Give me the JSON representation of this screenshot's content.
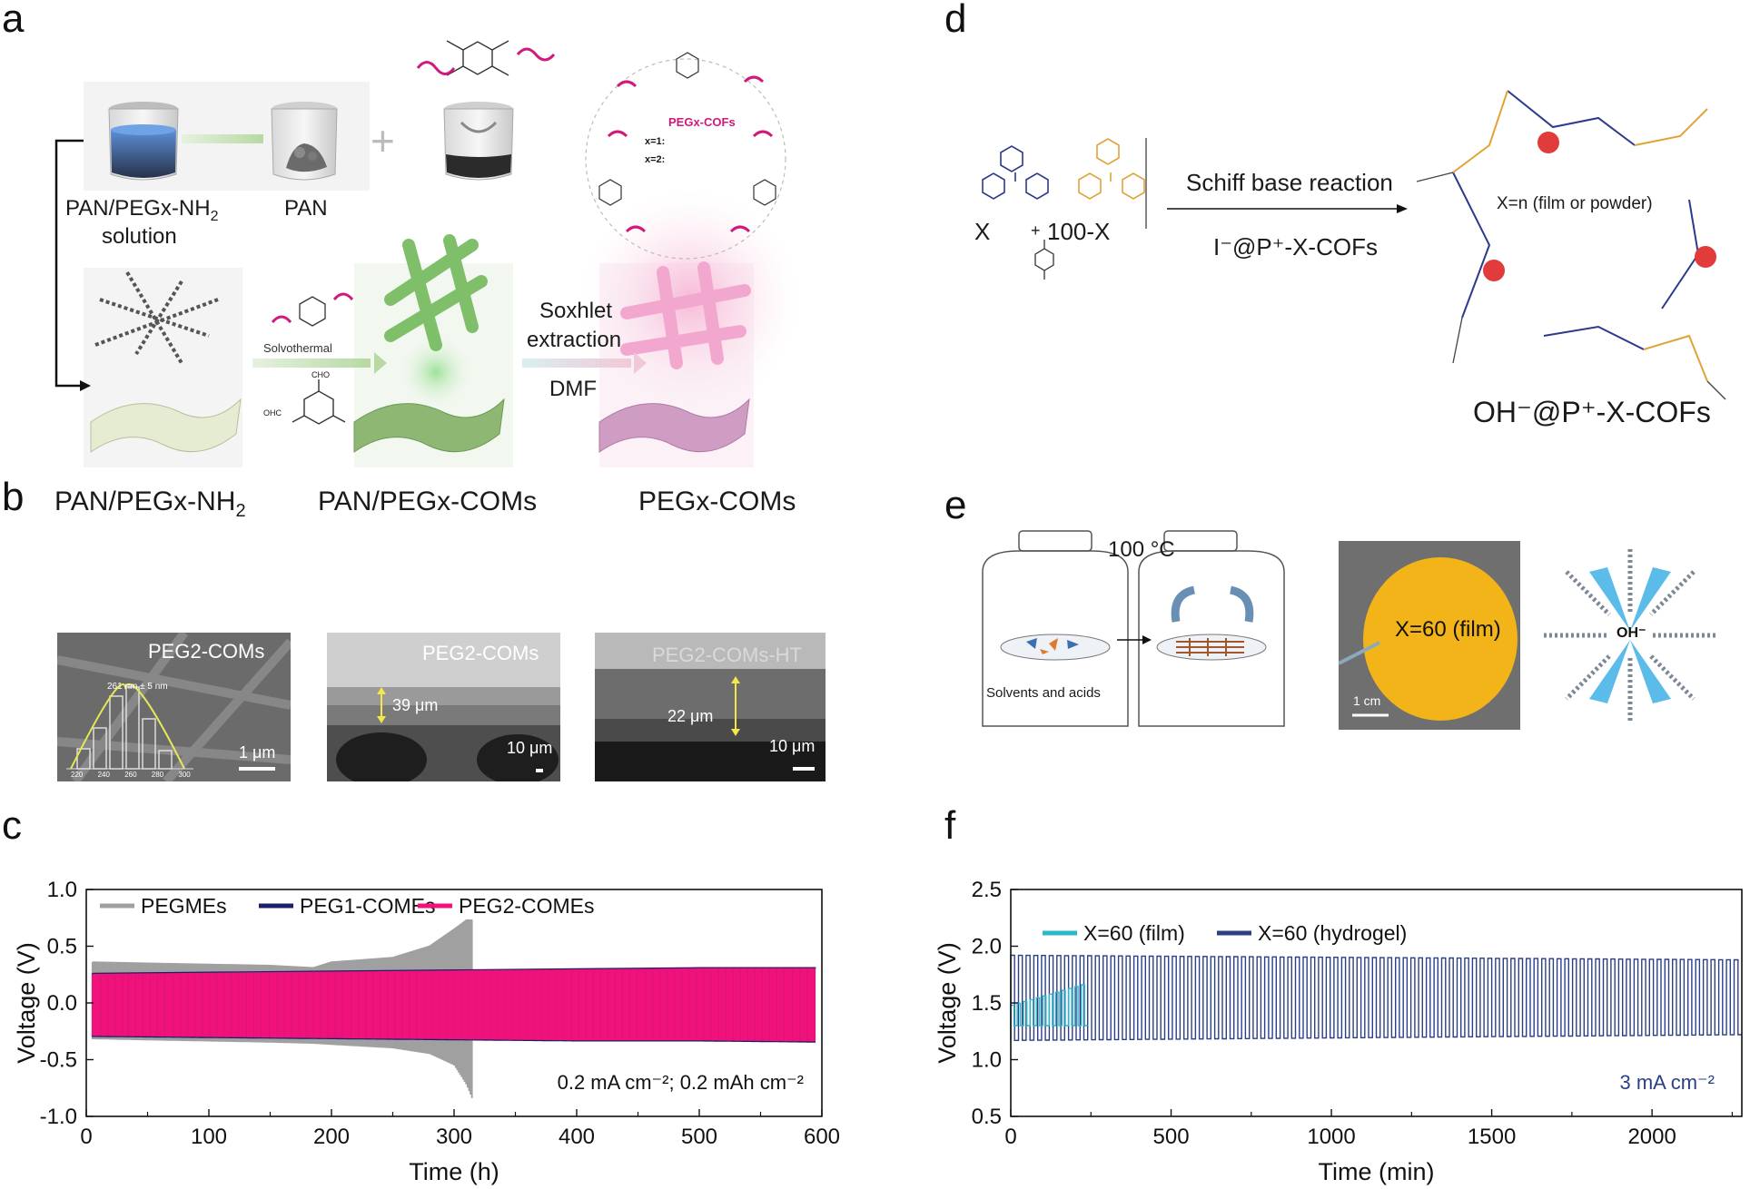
{
  "panels": {
    "a": "a",
    "b": "b",
    "c": "c",
    "d": "d",
    "e": "e",
    "f": "f"
  },
  "panel_a": {
    "label_solution_line1": "PAN/PEGx-NH",
    "label_solution_sub": "2",
    "label_solution_line2": "solution",
    "label_pan": "PAN",
    "label_plus": "+",
    "cof_name": "PEGx-COFs",
    "x1": "x=1:",
    "x2": "x=2:",
    "solvothermal": "Solvothermal",
    "soxhlet1": "Soxhlet",
    "soxhlet2": "extraction",
    "dmf": "DMF",
    "bottom_1_main": "PAN/PEGx-NH",
    "bottom_1_sub": "2",
    "bottom_2": "PAN/PEGx-COMs",
    "bottom_3": "PEGx-COMs",
    "cho": "CHO",
    "ohc": "OHC"
  },
  "panel_b": {
    "img1_label": "PEG2-COMs",
    "img1_fit": "261 nm ± 5 nm",
    "img1_scale": "1 μm",
    "img1_ticks": [
      "220",
      "240",
      "260",
      "280",
      "300"
    ],
    "img2_label": "PEG2-COMs",
    "img2_thick": "39 μm",
    "img2_scale": "10 μm",
    "img3_label": "PEG2-COMs-HT",
    "img3_thick": "22 μm",
    "img3_scale": "10 μm"
  },
  "panel_d": {
    "x_label": "X",
    "plus": "+",
    "x_minus": "100-X",
    "arrow_top": "Schiff base reaction",
    "arrow_bottom": "I⁻@P⁺-X-COFs",
    "framework_label": "X=n (film or powder)",
    "product": "OH⁻@P⁺-X-COFs",
    "oh": "OH⁻"
  },
  "panel_e": {
    "temp": "100 °C",
    "jar_label": "Solvents and acids",
    "film_label": "X=60 (film)",
    "scale": "1 cm",
    "ion": "OH⁻"
  },
  "chart_data": [
    {
      "type": "line",
      "panel": "c",
      "xlabel": "Time (h)",
      "ylabel": "Voltage (V)",
      "xlim": [
        0,
        600
      ],
      "ylim": [
        -1.0,
        1.0
      ],
      "xticks": [
        "0",
        "100",
        "200",
        "300",
        "400",
        "500",
        "600"
      ],
      "yticks": [
        "1.0",
        "0.5",
        "0.0",
        "-0.5",
        "-1.0"
      ],
      "annotation": "0.2 mA cm⁻²; 0.2 mAh cm⁻²",
      "legend": "top-left",
      "series": [
        {
          "name": "PEGMEs",
          "color": "#a0a0a0",
          "x": [
            5,
            50,
            100,
            150,
            185,
            200,
            250,
            280,
            300,
            310,
            315
          ],
          "upper": [
            0.36,
            0.35,
            0.34,
            0.33,
            0.31,
            0.36,
            0.4,
            0.5,
            0.65,
            0.73,
            0.73
          ],
          "lower": [
            -0.32,
            -0.33,
            -0.34,
            -0.35,
            -0.36,
            -0.37,
            -0.4,
            -0.45,
            -0.55,
            -0.72,
            -0.85
          ]
        },
        {
          "name": "PEG1-COMEs",
          "color": "#1c1f6b",
          "x": [
            5,
            100,
            200,
            300,
            400,
            500,
            595
          ],
          "upper": [
            0.26,
            0.27,
            0.28,
            0.29,
            0.3,
            0.31,
            0.31
          ],
          "lower": [
            -0.3,
            -0.31,
            -0.32,
            -0.33,
            -0.34,
            -0.34,
            -0.35
          ]
        },
        {
          "name": "PEG2-COMEs",
          "color": "#f0127a",
          "x": [
            5,
            100,
            200,
            300,
            400,
            500,
            595
          ],
          "upper": [
            0.25,
            0.26,
            0.27,
            0.28,
            0.29,
            0.3,
            0.3
          ],
          "lower": [
            -0.29,
            -0.3,
            -0.31,
            -0.32,
            -0.33,
            -0.33,
            -0.34
          ]
        }
      ]
    },
    {
      "type": "line",
      "panel": "f",
      "xlabel": "Time (min)",
      "ylabel": "Voltage (V)",
      "xlim": [
        0,
        2280
      ],
      "ylim": [
        0.5,
        2.5
      ],
      "xticks": [
        "0",
        "500",
        "1000",
        "1500",
        "2000"
      ],
      "yticks": [
        "2.5",
        "2.0",
        "1.5",
        "1.0",
        "0.5"
      ],
      "annotation": "3 mA cm⁻²",
      "legend": "top-left",
      "series": [
        {
          "name": "X=60 (film)",
          "color": "#29b8c9",
          "x_end": 240,
          "cycle_min": 20,
          "high": [
            1.48,
            1.66
          ],
          "low": [
            1.3,
            1.3
          ]
        },
        {
          "name": "X=60 (hydrogel)",
          "color": "#2b3f86",
          "x_end": 2280,
          "cycle_min": 24,
          "high": [
            1.92,
            1.88
          ],
          "low": [
            1.17,
            1.22
          ]
        }
      ]
    }
  ],
  "colors": {
    "pink": "#f0127a",
    "navy": "#1c1f6b",
    "grey": "#a0a0a0",
    "cyan": "#29b8c9",
    "steel": "#2b3f86",
    "yellow": "#f2b418",
    "orange": "#e3a235",
    "purple": "#4a3f93"
  }
}
